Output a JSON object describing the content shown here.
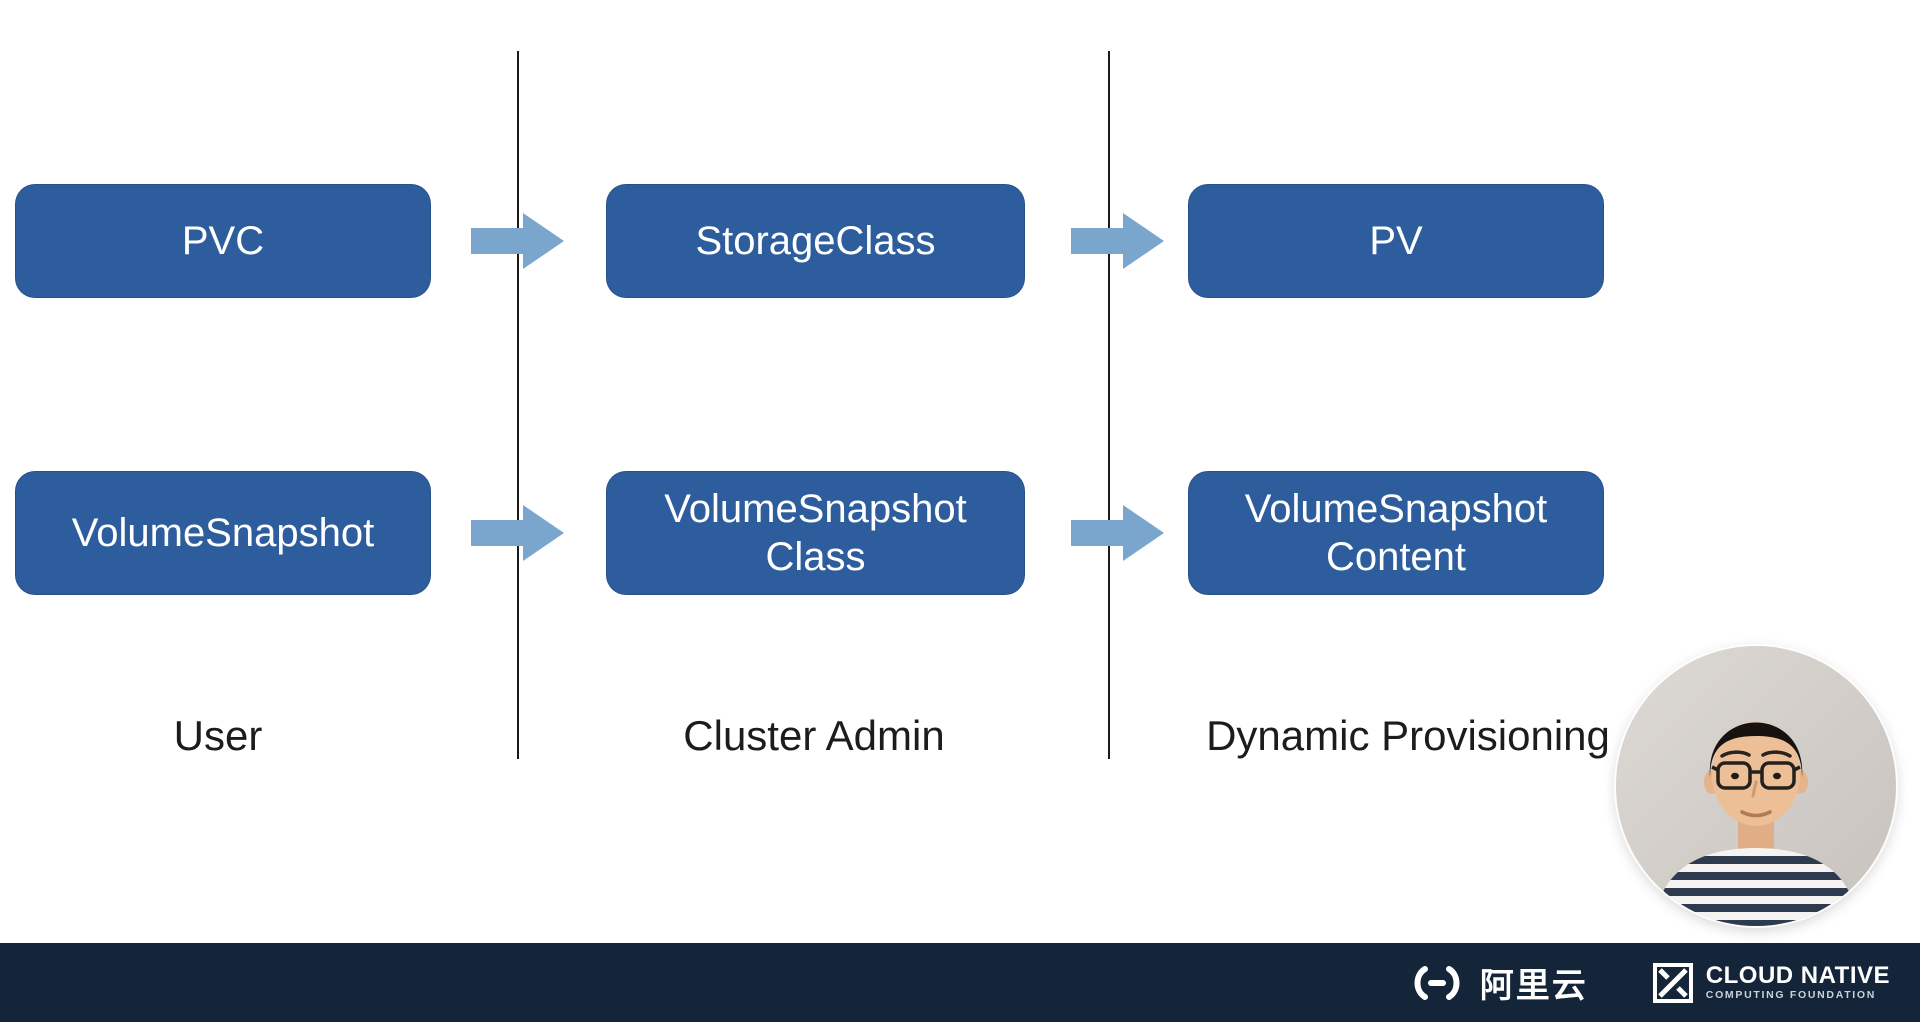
{
  "slide": {
    "nodes": {
      "pvc": "PVC",
      "storage_class": "StorageClass",
      "pv": "PV",
      "volume_snapshot": "VolumeSnapshot",
      "volume_snapshot_class": "VolumeSnapshot\nClass",
      "volume_snapshot_content": "VolumeSnapshot\nContent"
    },
    "column_labels": [
      "User",
      "Cluster Admin",
      "Dynamic Provisioning"
    ],
    "colors": {
      "node_fill": "#2E5D9E",
      "node_text": "#FFFFFF",
      "arrow": "#7AA6CE",
      "divider": "#1A1A1A",
      "label_text": "#1C1C1E",
      "footer_background": "#142539"
    }
  },
  "footer": {
    "alibaba_symbol": "(-)",
    "alibaba_name": "阿里云",
    "cncf_line1": "CLOUD NATIVE",
    "cncf_line2": "COMPUTING FOUNDATION"
  }
}
